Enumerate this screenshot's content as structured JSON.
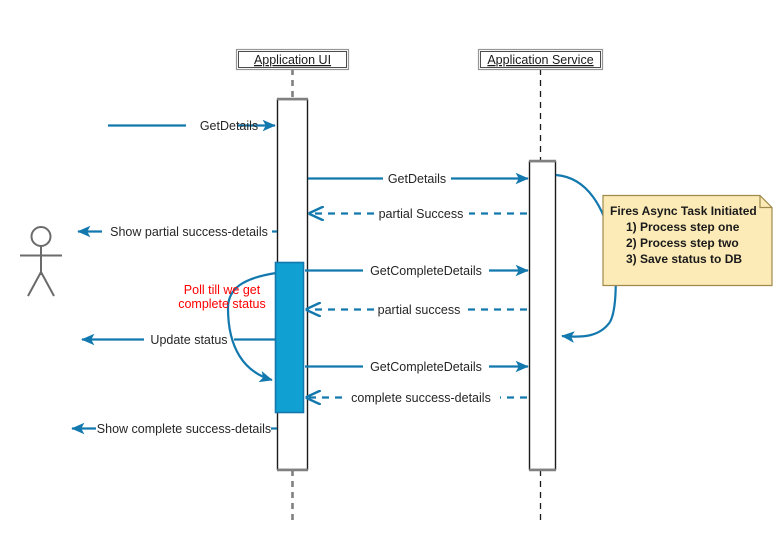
{
  "diagram": {
    "title": "Sequence diagram: polling for complete status",
    "colors": {
      "message": "#1278ae",
      "lifeline_box_border": "#4d4d4d",
      "activation_fill_white": "#ffffff",
      "activation_fill_blue": "#11a0d2",
      "note_fill": "#fcebb7",
      "note_border": "#a08a4b",
      "red_text": "#ff0000",
      "actor": "#666666",
      "background": "#ffffff"
    }
  },
  "actor": {
    "name": "actor-stick-figure"
  },
  "participants": [
    {
      "id": "application-ui",
      "label": "Application UI"
    },
    {
      "id": "application-service",
      "label": "Application Service"
    }
  ],
  "messages": [
    {
      "id": "m1",
      "label": "GetDetails",
      "from": "actor",
      "to": "application-ui",
      "style": "solid",
      "direction": "right"
    },
    {
      "id": "m2",
      "label": "GetDetails",
      "from": "application-ui",
      "to": "application-service",
      "style": "solid",
      "direction": "right"
    },
    {
      "id": "m3",
      "label": "partial Success",
      "from": "application-service",
      "to": "application-ui",
      "style": "dashed",
      "direction": "left"
    },
    {
      "id": "m4",
      "label": "Show partial success-details",
      "from": "application-ui",
      "to": "actor",
      "style": "solid",
      "direction": "left"
    },
    {
      "id": "m5",
      "label": "GetCompleteDetails",
      "from": "application-ui",
      "to": "application-service",
      "style": "solid",
      "direction": "right"
    },
    {
      "id": "m6",
      "label": "partial success",
      "from": "application-service",
      "to": "application-ui",
      "style": "dashed",
      "direction": "left"
    },
    {
      "id": "m7",
      "label": "Update status",
      "from": "application-ui",
      "to": "actor",
      "style": "solid",
      "direction": "left"
    },
    {
      "id": "m8",
      "label": "GetCompleteDetails",
      "from": "application-ui",
      "to": "application-service",
      "style": "solid",
      "direction": "right"
    },
    {
      "id": "m9",
      "label": "complete success-details",
      "from": "application-service",
      "to": "application-ui",
      "style": "dashed",
      "direction": "left"
    },
    {
      "id": "m10",
      "label": "Show complete success-details",
      "from": "application-ui",
      "to": "actor",
      "style": "solid",
      "direction": "left"
    }
  ],
  "self_calls": [
    {
      "id": "sc1",
      "on": "application-ui",
      "label_line1": "Poll till we get",
      "label_line2": "complete status",
      "label_color": "red"
    },
    {
      "id": "sc2",
      "on": "application-service",
      "label_line1": "",
      "label_line2": "",
      "label_color": "none"
    }
  ],
  "note": {
    "id": "async-task-note",
    "title": "Fires Async Task Initiated",
    "items": [
      "1) Process step one",
      "2) Process step two",
      "3) Save status to DB"
    ]
  }
}
